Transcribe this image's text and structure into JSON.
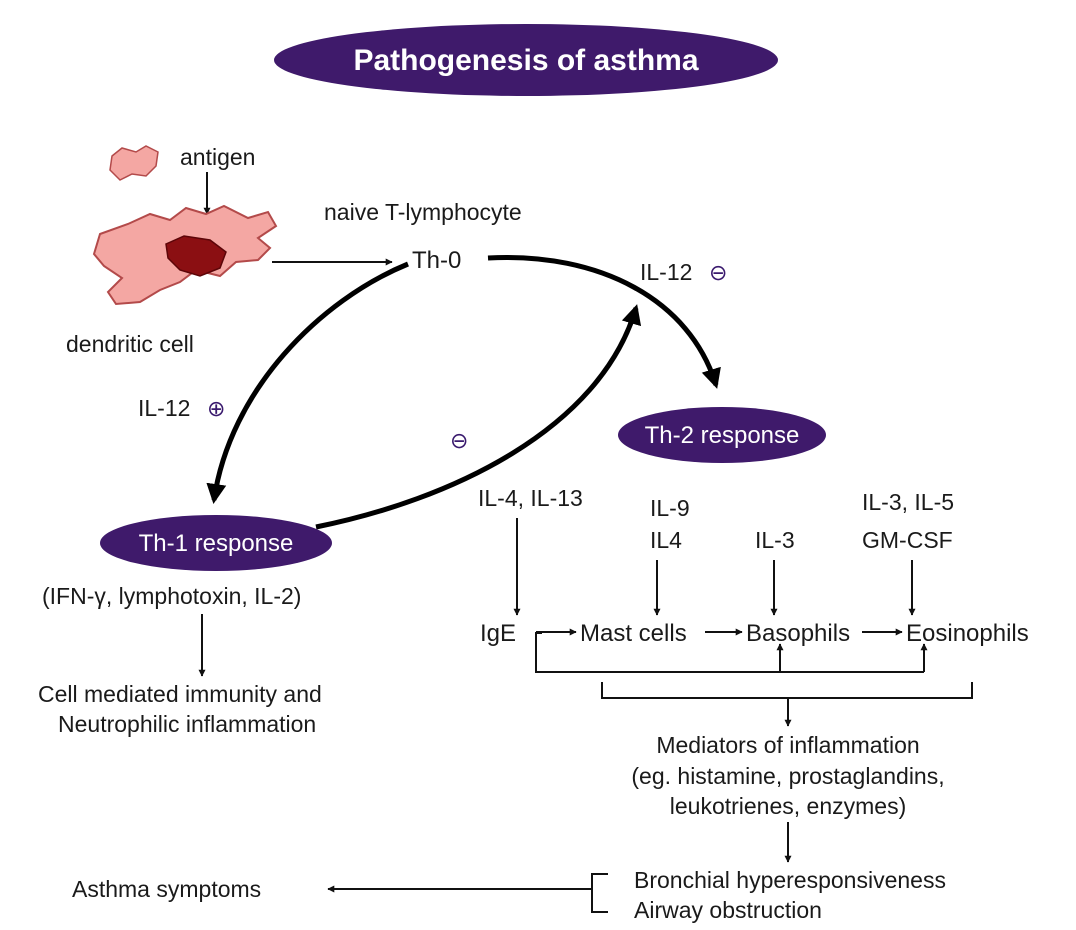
{
  "title": "Pathogenesis of asthma",
  "colors": {
    "oval": "#3f1a6b",
    "dendritic_fill": "#f4a7a3",
    "dendritic_core": "#8b0f12"
  },
  "labels": {
    "antigen": "antigen",
    "naive": "naive T-lymphocyte",
    "th0": "Th-0",
    "dendritic": "dendritic cell",
    "il12_minus": "IL-12",
    "il12_plus": "IL-12",
    "minus_sign": "⊖",
    "plus_sign": "⊕",
    "th2": "Th-2 response",
    "th1": "Th-1 response",
    "th1_products": "(IFN-γ, lymphotoxin, IL-2)",
    "cmi_line1": "Cell mediated immunity and",
    "cmi_line2": "Neutrophilic inflammation",
    "il4_13": "IL-4, IL-13",
    "il9": "IL-9",
    "il4": "IL4",
    "il3": "IL-3",
    "il3_5": "IL-3, IL-5",
    "gmcsf": "GM-CSF",
    "ige": "IgE",
    "mast": "Mast cells",
    "basophils": "Basophils",
    "eosinophils": "Eosinophils",
    "mediators_line1": "Mediators of inflammation",
    "mediators_line2": "(eg. histamine, prostaglandins,",
    "mediators_line3": "leukotrienes, enzymes)",
    "bronchial": "Bronchial hyperesponsiveness",
    "airway": "Airway obstruction",
    "symptoms": "Asthma symptoms"
  }
}
